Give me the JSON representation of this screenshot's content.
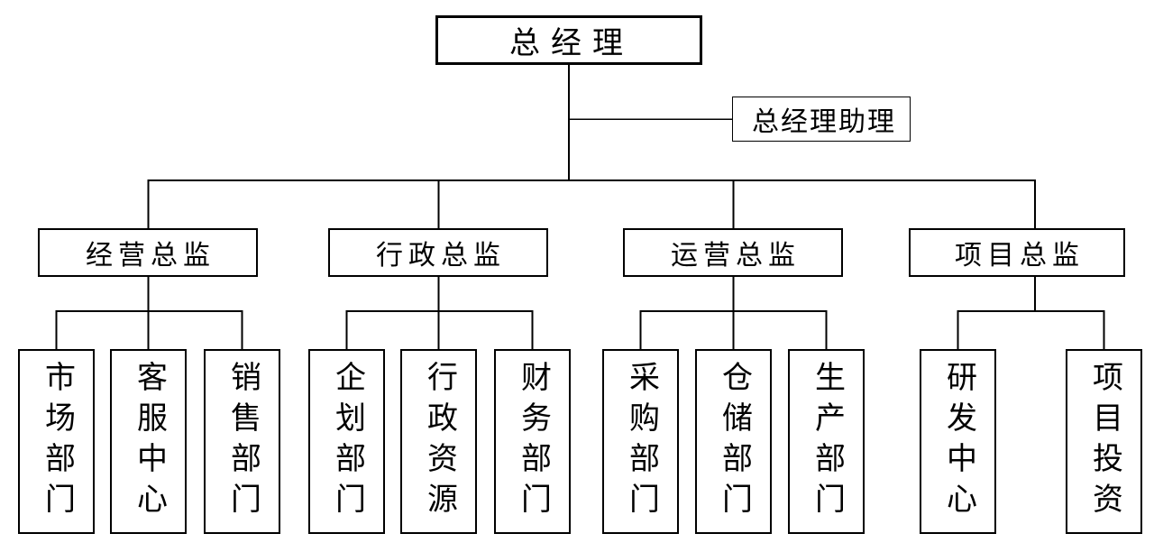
{
  "org_chart": {
    "root": {
      "label": "总经理"
    },
    "assistant": {
      "label": "总经理助理"
    },
    "groups": [
      {
        "director": "经营总监",
        "departments": [
          "市场部门",
          "客服中心",
          "销售部门"
        ]
      },
      {
        "director": "行政总监",
        "departments": [
          "企划部门",
          "行政资源",
          "财务部门"
        ]
      },
      {
        "director": "运营总监",
        "departments": [
          "采购部门",
          "仓储部门",
          "生产部门"
        ]
      },
      {
        "director": "项目总监",
        "departments": [
          "研发中心",
          "项目投资"
        ]
      }
    ],
    "colors": {
      "line": "#000000",
      "box_border": "#000000",
      "box_fill": "#ffffff",
      "text": "#000000",
      "background": "#ffffff"
    }
  }
}
